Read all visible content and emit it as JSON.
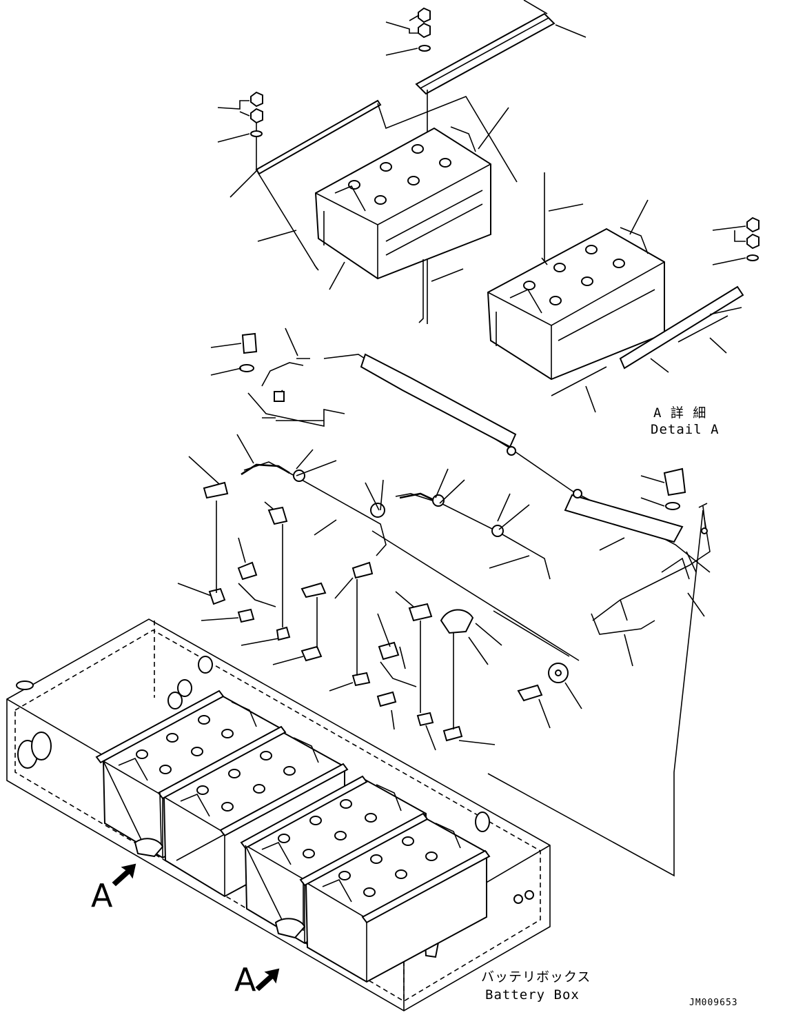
{
  "detail_caption": {
    "jp": "A 詳 細",
    "en": "Detail A"
  },
  "box_caption": {
    "jp": "バッテリボックス",
    "en": "Battery Box"
  },
  "view_markers": [
    "A",
    "A"
  ],
  "drawing_number": "JM009653"
}
